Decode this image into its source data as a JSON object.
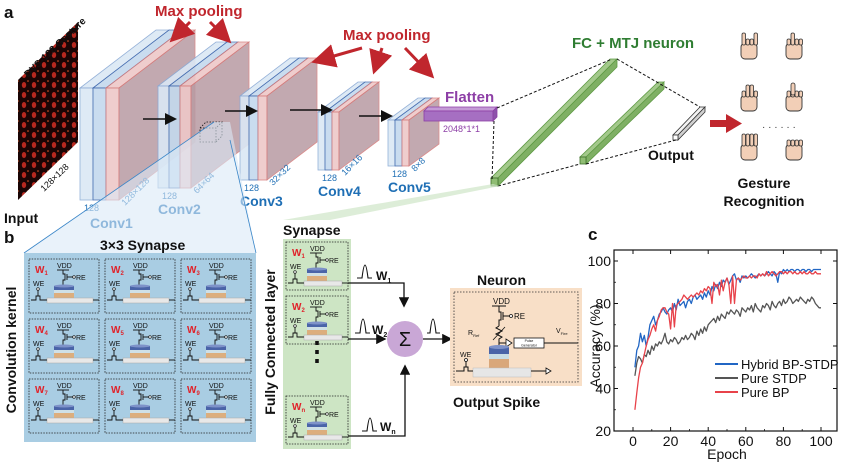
{
  "panels": {
    "a": "a",
    "b": "b",
    "c": "c"
  },
  "colors": {
    "conv_label": "#1f6fb5",
    "max_pooling": "#c0262d",
    "flatten": "#8d3fa6",
    "fc_label": "#2f7d32",
    "weight_label": "#e0222a",
    "hybrid": "#2166c4",
    "stdp": "#555555",
    "bp": "#e8424a"
  },
  "panel_a": {
    "input_title": "DVS-128 Gesture",
    "input_size": "128×128",
    "input_label": "Input",
    "max_pooling_1": "Max pooling",
    "max_pooling_2": "Max pooling",
    "layers": [
      {
        "name": "Conv1",
        "channels": "128",
        "size": "128×128"
      },
      {
        "name": "Conv2",
        "channels": "128",
        "size": "64×64"
      },
      {
        "name": "Conv3",
        "channels": "128",
        "size": "32×32"
      },
      {
        "name": "Conv4",
        "channels": "128",
        "size": "16×16"
      },
      {
        "name": "Conv5",
        "channels": "128",
        "size": "8×8"
      }
    ],
    "flatten_label": "Flatten",
    "flatten_size": "2048*1*1",
    "fc_label": "FC + MTJ neuron",
    "output_label": "Output",
    "gesture_label_1": "Gesture",
    "gesture_label_2": "Recognition",
    "gesture_dots": "· · · · · ·",
    "gesture_icons": [
      "hand-rock-on-icon",
      "hand-point-up-icon",
      "hand-peace-icon",
      "hand-thumbs-up-icon",
      "hand-open-palm-icon",
      "hand-fist-icon"
    ]
  },
  "panel_b": {
    "conv_title": "3×3 Synapse",
    "conv_side_label": "Convolution kernel",
    "synapse_cells": [
      {
        "w": "W",
        "sub": "1"
      },
      {
        "w": "W",
        "sub": "2"
      },
      {
        "w": "W",
        "sub": "3"
      },
      {
        "w": "W",
        "sub": "4"
      },
      {
        "w": "W",
        "sub": "5"
      },
      {
        "w": "W",
        "sub": "6"
      },
      {
        "w": "W",
        "sub": "7"
      },
      {
        "w": "W",
        "sub": "8"
      },
      {
        "w": "W",
        "sub": "9"
      }
    ],
    "cell_vdd": "VDD",
    "cell_re": "RE",
    "cell_we": "WE",
    "fc_title": "Synapse",
    "fc_side_label": "Fully Connected layer",
    "fc_cells": [
      {
        "w": "W",
        "sub": "1"
      },
      {
        "w": "W",
        "sub": "2"
      },
      {
        "w": "W",
        "sub": "n"
      }
    ],
    "fc_dots": "⋮",
    "sum_symbol": "Σ",
    "neuron_title": "Neuron",
    "neuron_vdd": "VDD",
    "neuron_re": "RE",
    "neuron_rref": "R",
    "neuron_rref_sub": "Ref",
    "neuron_vfire": "V",
    "neuron_vfire_sub": "Fire",
    "neuron_pulse_1": "Pulse",
    "neuron_pulse_2": "Generator",
    "neuron_we": "WE",
    "output_spike": "Output Spike"
  },
  "chart_data": {
    "type": "line",
    "title": "",
    "xlabel": "Epoch",
    "ylabel": "Accuracy (%)",
    "xlim": [
      -10,
      108
    ],
    "ylim": [
      20,
      104
    ],
    "xticks": [
      0,
      20,
      40,
      60,
      80,
      100
    ],
    "yticks": [
      20,
      40,
      60,
      80,
      100
    ],
    "grid": false,
    "legend_position": "bottom-right",
    "series": [
      {
        "name": "Hybrid BP-STDP",
        "color": "#2166c4",
        "x": [
          1,
          2,
          3,
          4,
          5,
          6,
          7,
          8,
          9,
          10,
          11,
          12,
          13,
          14,
          15,
          16,
          17,
          18,
          19,
          20,
          21,
          22,
          23,
          24,
          25,
          26,
          27,
          28,
          29,
          30,
          31,
          32,
          33,
          34,
          35,
          36,
          37,
          38,
          39,
          40,
          41,
          42,
          43,
          44,
          45,
          46,
          47,
          48,
          49,
          50,
          51,
          52,
          53,
          54,
          55,
          56,
          57,
          58,
          59,
          60,
          61,
          62,
          63,
          64,
          65,
          66,
          67,
          68,
          69,
          70,
          71,
          72,
          73,
          74,
          75,
          76,
          77,
          78,
          79,
          80,
          81,
          82,
          83,
          84,
          85,
          86,
          87,
          88,
          89,
          90,
          91,
          92,
          93,
          94,
          95,
          96,
          97,
          98,
          99,
          100
        ],
        "y": [
          50,
          58,
          60,
          66,
          62,
          65,
          60,
          64,
          70,
          72,
          74,
          70,
          72,
          75,
          76,
          78,
          76,
          75,
          77,
          78,
          76,
          80,
          77,
          82,
          79,
          80,
          81,
          78,
          81,
          82,
          80,
          83,
          84,
          82,
          83,
          84,
          82,
          85,
          83,
          86,
          84,
          88,
          86,
          89,
          87,
          90,
          88,
          91,
          90,
          92,
          89,
          91,
          93,
          94,
          91,
          92,
          90,
          93,
          92,
          93,
          92,
          93,
          94,
          93,
          92,
          93,
          94,
          93,
          94,
          93,
          94,
          95,
          94,
          93,
          95,
          94,
          90,
          95,
          94,
          96,
          95,
          96,
          95,
          96,
          96,
          95,
          96,
          96,
          95,
          96,
          96,
          95,
          96,
          96,
          95,
          96,
          96,
          96,
          96,
          96
        ]
      },
      {
        "name": "Pure STDP",
        "color": "#555555",
        "x": [
          1,
          2,
          3,
          4,
          5,
          6,
          7,
          8,
          9,
          10,
          11,
          12,
          13,
          14,
          15,
          16,
          17,
          18,
          19,
          20,
          21,
          22,
          23,
          24,
          25,
          26,
          27,
          28,
          29,
          30,
          31,
          32,
          33,
          34,
          35,
          36,
          37,
          38,
          39,
          40,
          41,
          42,
          43,
          44,
          45,
          46,
          47,
          48,
          49,
          50,
          51,
          52,
          53,
          54,
          55,
          56,
          57,
          58,
          59,
          60,
          61,
          62,
          63,
          64,
          65,
          66,
          67,
          68,
          69,
          70,
          71,
          72,
          73,
          74,
          75,
          76,
          77,
          78,
          79,
          80,
          81,
          82,
          83,
          84,
          85,
          86,
          87,
          88,
          89,
          90,
          91,
          92,
          93,
          94,
          95,
          96,
          97,
          98,
          99,
          100
        ],
        "y": [
          46,
          52,
          55,
          54,
          52,
          56,
          55,
          58,
          56,
          60,
          58,
          61,
          60,
          62,
          61,
          63,
          66,
          62,
          61,
          63,
          62,
          64,
          63,
          61,
          62,
          64,
          63,
          65,
          63,
          64,
          66,
          65,
          63,
          67,
          65,
          68,
          66,
          69,
          67,
          70,
          71,
          72,
          73,
          71,
          74,
          72,
          75,
          74,
          73,
          76,
          75,
          77,
          76,
          75,
          77,
          76,
          74,
          78,
          77,
          76,
          78,
          77,
          79,
          76,
          80,
          78,
          77,
          76,
          79,
          78,
          80,
          79,
          77,
          81,
          79,
          78,
          80,
          81,
          79,
          82,
          80,
          81,
          83,
          82,
          80,
          81,
          82,
          81,
          83,
          82,
          81,
          80,
          82,
          81,
          83,
          82,
          80,
          79,
          78,
          78
        ]
      },
      {
        "name": "Pure BP",
        "color": "#e8424a",
        "x": [
          1,
          2,
          3,
          4,
          5,
          6,
          7,
          8,
          9,
          10,
          11,
          12,
          13,
          14,
          15,
          16,
          17,
          18,
          19,
          20,
          21,
          22,
          23,
          24,
          25,
          26,
          27,
          28,
          29,
          30,
          31,
          32,
          33,
          34,
          35,
          36,
          37,
          38,
          39,
          40,
          41,
          42,
          43,
          44,
          45,
          46,
          47,
          48,
          49,
          50,
          51,
          52,
          53,
          54,
          55,
          56,
          57,
          58,
          59,
          60,
          61,
          62,
          63,
          64,
          65,
          66,
          67,
          68,
          69,
          70,
          71,
          72,
          73,
          74,
          75,
          76,
          77,
          78,
          79,
          80,
          81,
          82,
          83,
          84,
          85,
          86,
          87,
          88,
          89,
          90,
          91,
          92,
          93,
          94,
          95,
          96,
          97,
          98,
          99,
          100
        ],
        "y": [
          30,
          38,
          45,
          50,
          52,
          56,
          60,
          63,
          65,
          68,
          70,
          67,
          72,
          74,
          77,
          78,
          78,
          76,
          75,
          68,
          80,
          69,
          79,
          80,
          81,
          82,
          84,
          83,
          82,
          83,
          84,
          83,
          84,
          85,
          84,
          86,
          85,
          87,
          86,
          88,
          87,
          80,
          90,
          88,
          89,
          84,
          91,
          86,
          90,
          92,
          89,
          80,
          93,
          80,
          91,
          92,
          91,
          92,
          93,
          92,
          92,
          93,
          92,
          93,
          93,
          92,
          94,
          93,
          94,
          93,
          95,
          93,
          94,
          95,
          94,
          93,
          94,
          95,
          95,
          94,
          95,
          94,
          95,
          95,
          94,
          95,
          94,
          94,
          95,
          94,
          95,
          94,
          94,
          95,
          94,
          94,
          95,
          94,
          94,
          94
        ]
      }
    ]
  }
}
